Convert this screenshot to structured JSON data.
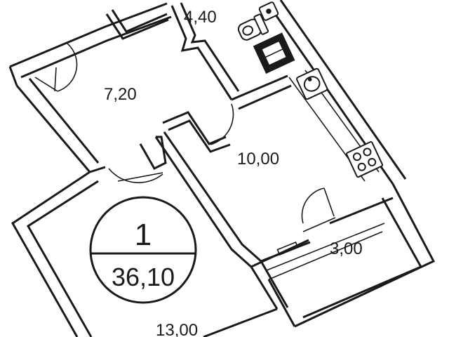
{
  "rooms": {
    "bathroom": {
      "area": "4,40"
    },
    "hallway": {
      "area": "7,20"
    },
    "kitchen": {
      "area": "10,00"
    },
    "balcony": {
      "area": "3,00"
    },
    "living_room": {
      "area": "13,00"
    }
  },
  "apartment": {
    "rooms_count": "1",
    "total_area": "36,10"
  }
}
